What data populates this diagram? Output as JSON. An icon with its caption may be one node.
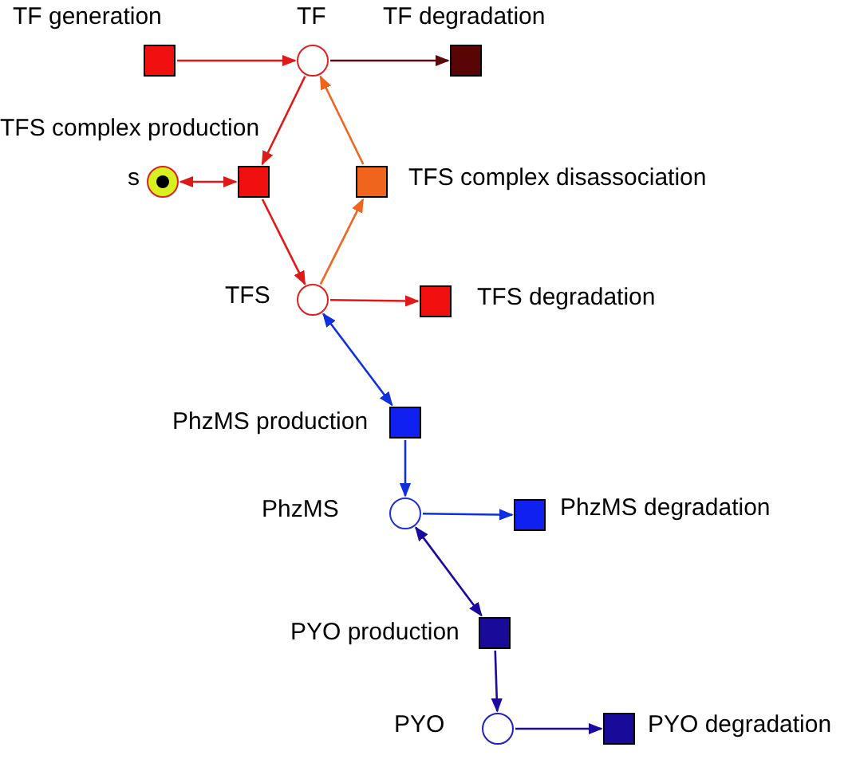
{
  "diagram": {
    "nodes": [
      {
        "text": [
          "TF generation"
        ]
      },
      {
        "text": [
          "TF"
        ]
      },
      {
        "text": [
          "TF degradation"
        ]
      },
      {
        "text": [
          "TFS complex production"
        ]
      },
      {
        "text": [
          "s"
        ]
      },
      {
        "text": [
          "TFS complex disassociation"
        ]
      },
      {
        "text": [
          "TFS"
        ]
      },
      {
        "text": [
          "TFS degradation"
        ]
      },
      {
        "text": [
          "PhzMS production"
        ]
      },
      {
        "text": [
          "PhzMS"
        ]
      },
      {
        "text": [
          "PhzMS degradation"
        ]
      },
      {
        "text": [
          "PYO production"
        ]
      },
      {
        "text": [
          "PYO"
        ]
      },
      {
        "text": [
          "PYO degradation"
        ]
      }
    ],
    "edges": [
      {
        "from": 0,
        "to": 1,
        "arrow": "to"
      },
      {
        "from": 1,
        "to": 2,
        "arrow": "to",
        "color": "#5a0a0a"
      },
      {
        "from": 1,
        "to": 3,
        "arrow": "to"
      },
      {
        "from": 4,
        "to": 3,
        "arrow": "both"
      },
      {
        "from": 3,
        "to": 6,
        "arrow": "to"
      },
      {
        "from": 6,
        "to": 5,
        "arrow": "to",
        "color": "#f0641e"
      },
      {
        "from": 5,
        "to": 1,
        "arrow": "to",
        "color": "#f0641e"
      },
      {
        "from": 6,
        "to": 7,
        "arrow": "to"
      },
      {
        "from": 6,
        "to": 8,
        "arrow": "both",
        "color": "#1030e0"
      },
      {
        "from": 8,
        "to": 9,
        "arrow": "to",
        "color": "#1030e0"
      },
      {
        "from": 9,
        "to": 10,
        "arrow": "to",
        "color": "#1030e0"
      },
      {
        "from": 9,
        "to": 11,
        "arrow": "both",
        "color": "#1a0aa0"
      },
      {
        "from": 11,
        "to": 12,
        "arrow": "to",
        "color": "#1a0aa0"
      },
      {
        "from": 12,
        "to": 13,
        "arrow": "to",
        "color": "#1a0aa0"
      }
    ]
  }
}
